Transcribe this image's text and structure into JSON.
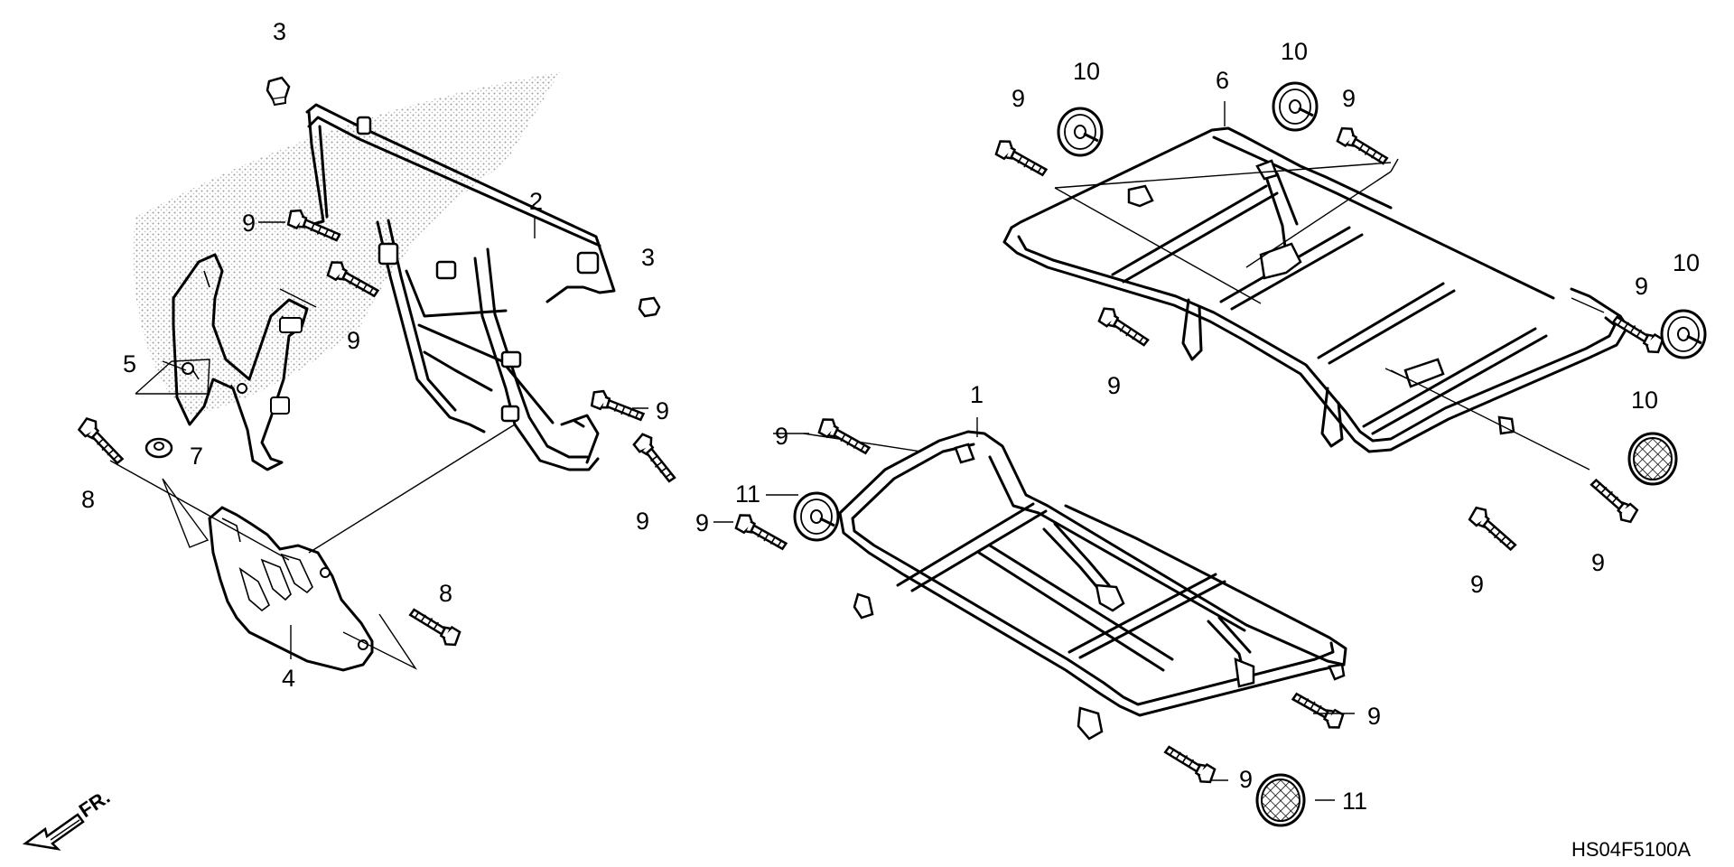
{
  "diagram": {
    "reference_code": "HS04F5100A",
    "direction_marker": "FR.",
    "callouts": {
      "n1": "1",
      "n2": "2",
      "n3": "3",
      "n4": "4",
      "n5": "5",
      "n6": "6",
      "n7": "7",
      "n8": "8",
      "n9": "9",
      "n10": "10",
      "n11": "11"
    },
    "colors": {
      "ink": "#000000",
      "paper": "#ffffff",
      "stipple": "#9a9a9a"
    },
    "icons": [
      "direction-arrow-icon",
      "bolt-icon",
      "grommet-icon",
      "mesh-cap-icon",
      "nut-icon"
    ]
  }
}
